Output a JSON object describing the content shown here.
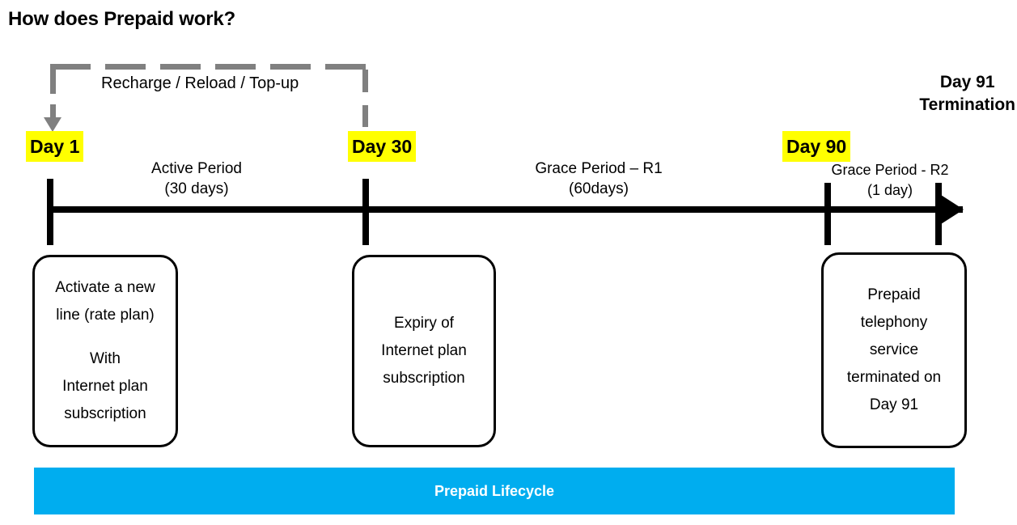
{
  "title": "How does Prepaid work?",
  "colors": {
    "highlight": "#FFFF00",
    "dashed_bracket": "#808080",
    "timeline": "#000000",
    "footer_bar": "#00ADEF",
    "footer_text": "#FFFFFF"
  },
  "bracket": {
    "label": "Recharge / Reload / Top-up"
  },
  "termination_note": {
    "line1": "Day 91",
    "line2": "Termination"
  },
  "milestones": [
    {
      "id": "day1",
      "label": "Day 1",
      "highlighted": true
    },
    {
      "id": "day30",
      "label": "Day 30",
      "highlighted": true
    },
    {
      "id": "day90",
      "label": "Day 90",
      "highlighted": true
    }
  ],
  "periods": [
    {
      "id": "active",
      "name": "Active Period",
      "duration": "(30 days)"
    },
    {
      "id": "grace-r1",
      "name": "Grace Period – R1",
      "duration": "(60days)"
    },
    {
      "id": "grace-r2",
      "name": "Grace Period  - R2",
      "duration": "(1 day)"
    }
  ],
  "boxes": [
    {
      "id": "activation",
      "lines_top": [
        "Activate a new",
        "line (rate plan)"
      ],
      "lines_bottom": [
        "With",
        "Internet plan",
        "subscription"
      ]
    },
    {
      "id": "expiry",
      "lines": [
        "Expiry of",
        "Internet plan",
        "subscription"
      ]
    },
    {
      "id": "terminated",
      "lines": [
        "Prepaid",
        "telephony",
        "service",
        "terminated on",
        "Day 91"
      ]
    }
  ],
  "footer": {
    "label": "Prepaid Lifecycle"
  }
}
